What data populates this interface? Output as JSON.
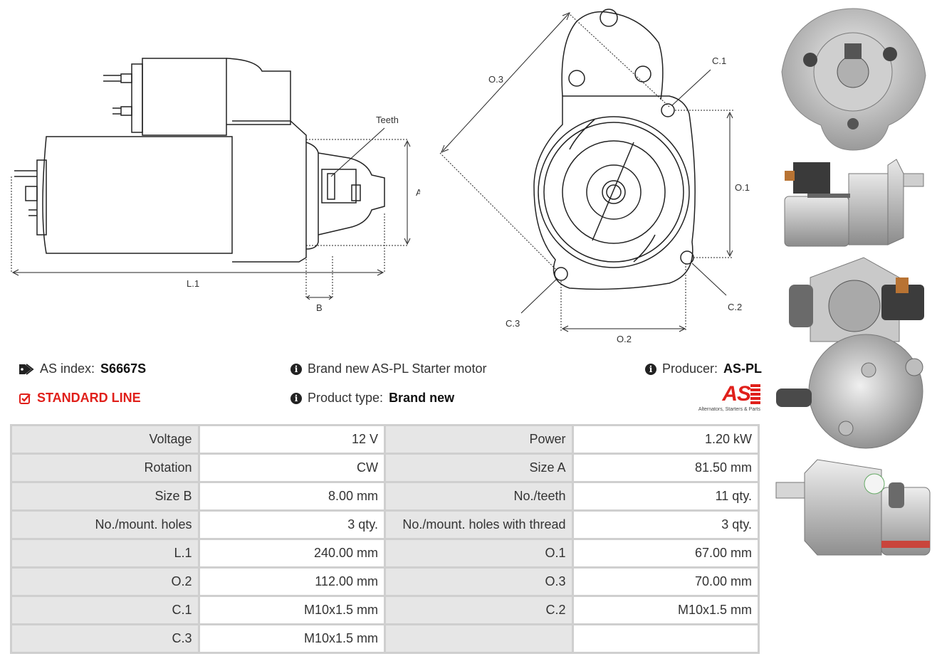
{
  "drawing": {
    "teeth_label": "Teeth",
    "dim_A": "A",
    "dim_B": "B",
    "dim_L1": "L.1",
    "dim_O1": "O.1",
    "dim_O2": "O.2",
    "dim_O3": "O.3",
    "dim_C1": "C.1",
    "dim_C2": "C.2",
    "dim_C3": "C.3"
  },
  "info": {
    "as_index_label": "AS index:",
    "as_index_value": "S6667S",
    "line_label": "STANDARD LINE",
    "description": "Brand new AS-PL Starter motor",
    "product_type_label": "Product type:",
    "product_type_value": "Brand new",
    "producer_label": "Producer:",
    "producer_value": "AS-PL",
    "logo_text": "AS",
    "logo_tagline": "Alternators, Starters & Parts"
  },
  "colors": {
    "accent_red": "#e0201b",
    "table_key_bg": "#e6e6e6",
    "table_border": "#cfcfcf"
  },
  "specs": [
    [
      "Voltage",
      "12 V",
      "Power",
      "1.20 kW"
    ],
    [
      "Rotation",
      "CW",
      "Size A",
      "81.50 mm"
    ],
    [
      "Size B",
      "8.00 mm",
      "No./teeth",
      "11 qty."
    ],
    [
      "No./mount. holes",
      "3 qty.",
      "No./mount. holes with thread",
      "3 qty."
    ],
    [
      "L.1",
      "240.00 mm",
      "O.1",
      "67.00 mm"
    ],
    [
      "O.2",
      "112.00 mm",
      "O.3",
      "70.00 mm"
    ],
    [
      "C.1",
      "M10x1.5 mm",
      "C.2",
      "M10x1.5 mm"
    ],
    [
      "C.3",
      "M10x1.5 mm",
      "",
      ""
    ]
  ]
}
